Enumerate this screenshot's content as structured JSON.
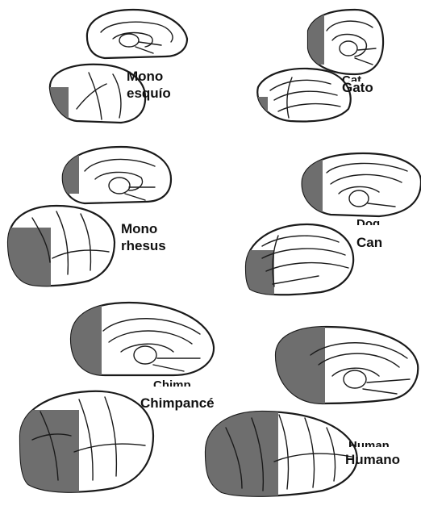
{
  "colors": {
    "prefrontal": "#6e6e6e",
    "outline": "#1a1a1a",
    "background": "#ffffff"
  },
  "labels": {
    "squirrel_monkey": [
      "Mono",
      "esquío"
    ],
    "cat": "Gato",
    "rhesus_monkey": [
      "Mono",
      "rhesus"
    ],
    "dog": "Can",
    "chimpanzee": "Chimpancé",
    "human": "Humano"
  },
  "cut_labels": {
    "cat": "Cat",
    "dog": "Dog",
    "chimpanzee": "Chimp",
    "human": "Human"
  }
}
